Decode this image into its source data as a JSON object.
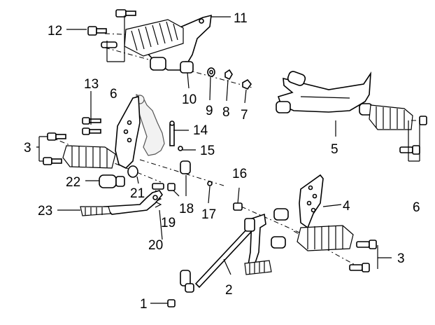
{
  "diagram": {
    "callouts": [
      {
        "id": "c1",
        "text": "1"
      },
      {
        "id": "c2",
        "text": "2"
      },
      {
        "id": "c3a",
        "text": "3"
      },
      {
        "id": "c3b",
        "text": "3"
      },
      {
        "id": "c4",
        "text": "4"
      },
      {
        "id": "c5",
        "text": "5"
      },
      {
        "id": "c6a",
        "text": "6"
      },
      {
        "id": "c6b",
        "text": "6"
      },
      {
        "id": "c7",
        "text": "7"
      },
      {
        "id": "c8",
        "text": "8"
      },
      {
        "id": "c9",
        "text": "9"
      },
      {
        "id": "c10",
        "text": "10"
      },
      {
        "id": "c11",
        "text": "11"
      },
      {
        "id": "c12",
        "text": "12"
      },
      {
        "id": "c13",
        "text": "13"
      },
      {
        "id": "c14",
        "text": "14"
      },
      {
        "id": "c15",
        "text": "15"
      },
      {
        "id": "c16",
        "text": "16"
      },
      {
        "id": "c17",
        "text": "17"
      },
      {
        "id": "c18",
        "text": "18"
      },
      {
        "id": "c19",
        "text": "19"
      },
      {
        "id": "c20",
        "text": "20"
      },
      {
        "id": "c21",
        "text": "21"
      },
      {
        "id": "c22",
        "text": "22"
      },
      {
        "id": "c23",
        "text": "23"
      }
    ]
  }
}
